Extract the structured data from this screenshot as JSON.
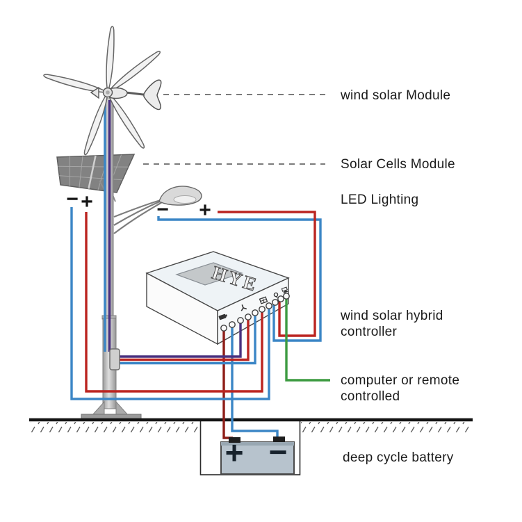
{
  "labels": {
    "wind_module": "wind solar Module",
    "solar_module": "Solar Cells Module",
    "led_lighting": "LED Lighting",
    "controller_line1": "wind solar hybrid",
    "controller_line2": "controller",
    "remote_line1": "computer or remote",
    "remote_line2": "controlled",
    "deep_cycle_battery": "deep cycle battery"
  },
  "controller": {
    "brand": "HYE",
    "terminal_count": 10,
    "terminal_icons": [
      "battery-icon",
      "wind-turbine-icon",
      "solar-panel-icon",
      "lamp-icon",
      "remote-icon"
    ]
  },
  "symbols": {
    "plus": "+",
    "minus": "−"
  },
  "colors": {
    "wire_blue": "#3b86c6",
    "wire_red": "#bb2420",
    "wire_dark_red": "#8e1d17",
    "wire_purple": "#49307f",
    "wire_green": "#3d9b41",
    "dash_gray": "#7b7b7b",
    "ground": "#141414",
    "battery_fill": "#b7c3cd",
    "panel_fill": "#828282"
  }
}
